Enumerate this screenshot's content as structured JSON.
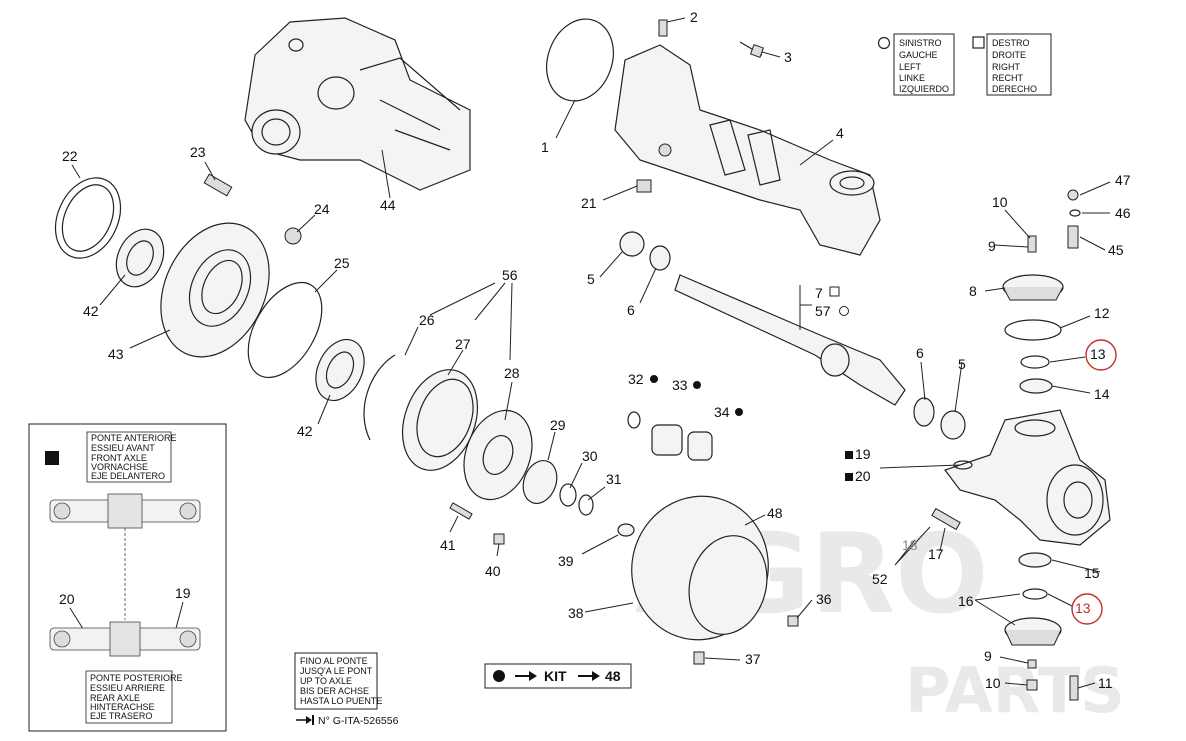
{
  "callouts": {
    "c1": "1",
    "c2": "2",
    "c3": "3",
    "c4": "4",
    "c5a": "5",
    "c5b": "5",
    "c6a": "6",
    "c6b": "6",
    "c7": "7",
    "c57": "57",
    "c8": "8",
    "c9a": "9",
    "c9b": "9",
    "c10a": "10",
    "c10b": "10",
    "c11": "11",
    "c12": "12",
    "c13a": "13",
    "c13b": "13",
    "c14": "14",
    "c15": "15",
    "c16": "16",
    "c17": "17",
    "c18": "18",
    "c19": "19",
    "c20": "20",
    "c21": "21",
    "c22": "22",
    "c23": "23",
    "c24": "24",
    "c25": "25",
    "c26": "26",
    "c27": "27",
    "c28": "28",
    "c29": "29",
    "c30": "30",
    "c31": "31",
    "c32": "32",
    "c33": "33",
    "c34": "34",
    "c36": "36",
    "c37": "37",
    "c38": "38",
    "c39": "39",
    "c40": "40",
    "c41": "41",
    "c42a": "42",
    "c42b": "42",
    "c43": "43",
    "c44": "44",
    "c45": "45",
    "c46": "46",
    "c47": "47",
    "c48": "48",
    "c52": "52",
    "c56": "56",
    "inset19": "19",
    "inset20": "20"
  },
  "side_legend": {
    "left": [
      "SINISTRO",
      "GAUCHE",
      "LEFT",
      "LINKE",
      "IZQUIERDO"
    ],
    "right": [
      "DESTRO",
      "DROITE",
      "RIGHT",
      "RECHT",
      "DERECHO"
    ]
  },
  "front_axle_box": [
    "PONTE ANTERIORE",
    "ESSIEU AVANT",
    "FRONT AXLE",
    "VORNACHSE",
    "EJE DELANTERO"
  ],
  "rear_axle_box": [
    "PONTE POSTERIORE",
    "ESSIEU ARRIERE",
    "REAR AXLE",
    "HINTERACHSE",
    "EJE TRASERO"
  ],
  "up_to_axle_box": [
    "FINO AL PONTE",
    "JUSQ'A LE PONT",
    "UP TO AXLE",
    "BIS DER ACHSE",
    "HASTA LO PUENTE"
  ],
  "reference": "N° G-ITA-526556",
  "kit": {
    "label": "KIT",
    "target": "48"
  },
  "watermark": {
    "line1": "AGRO",
    "line2": "PARTS"
  },
  "colors": {
    "highlight": "#c0302a",
    "line": "#222222",
    "watermark": "#e9e9e9"
  }
}
